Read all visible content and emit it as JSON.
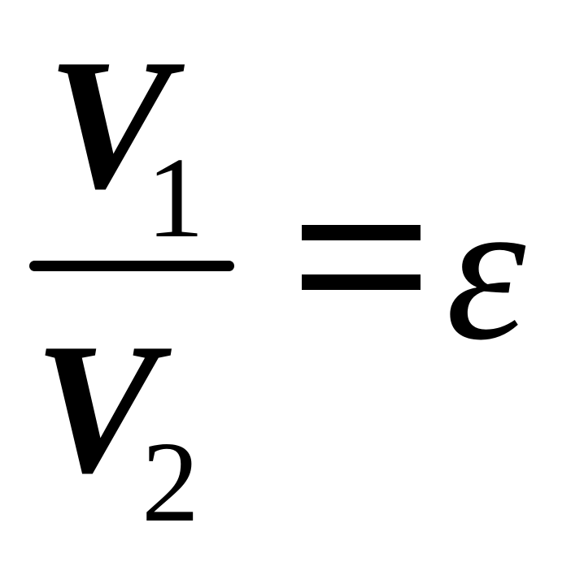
{
  "formula": {
    "numerator": {
      "variable": "V",
      "subscript": "1"
    },
    "denominator": {
      "variable": "V",
      "subscript": "2"
    },
    "equals": "=",
    "result": "ε"
  }
}
